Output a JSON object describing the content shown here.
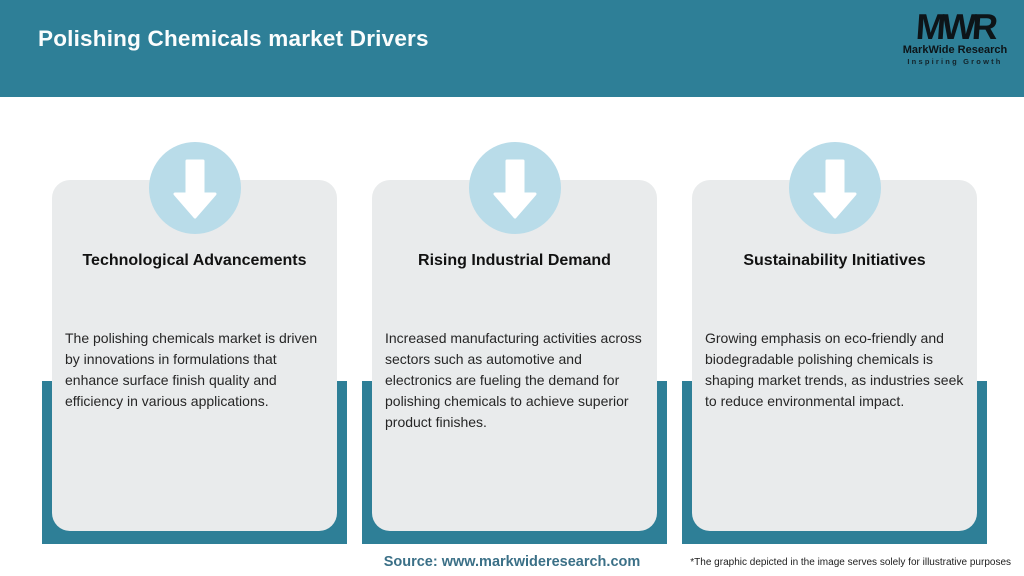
{
  "header": {
    "title": "Polishing Chemicals market Drivers",
    "logo": {
      "mark": "MWR",
      "name": "MarkWide Research",
      "tagline": "Inspiring Growth"
    }
  },
  "cards": [
    {
      "icon": "down-arrow-icon",
      "title": "Technological Advancements",
      "body": "The polishing chemicals market is driven by innovations in formulations that enhance surface finish quality and efficiency in various applications."
    },
    {
      "icon": "down-arrow-icon",
      "title": "Rising Industrial Demand",
      "body": "Increased manufacturing activities across sectors such as automotive and electronics are fueling the demand for polishing chemicals to achieve superior product finishes."
    },
    {
      "icon": "down-arrow-icon",
      "title": "Sustainability Initiatives",
      "body": "Growing emphasis on eco-friendly and biodegradable polishing chemicals is shaping market trends, as industries seek to reduce environmental impact."
    }
  ],
  "footer": {
    "source": "Source: www.markwideresearch.com",
    "disclaimer": "*The graphic depicted in the image serves solely for illustrative purposes"
  },
  "colors": {
    "teal": "#2e7f97",
    "light_blue_circle": "#b9dce9",
    "card_gray": "#e9ebec",
    "source_text": "#3b7087"
  }
}
